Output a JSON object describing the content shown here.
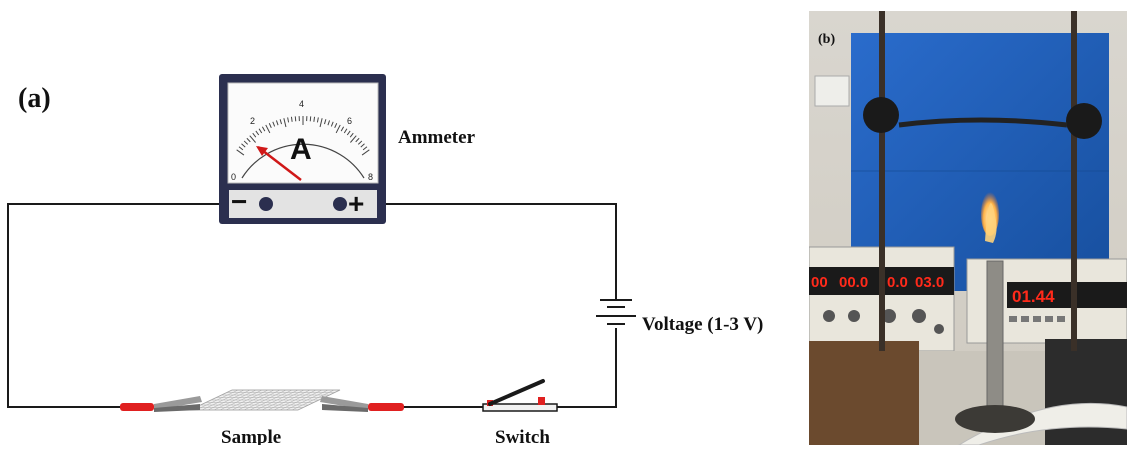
{
  "panel_a": {
    "label": "(a)",
    "ammeter": {
      "label": "Ammeter",
      "face_letter": "A",
      "scale_ticks": [
        "0",
        "2",
        "4",
        "6",
        "8"
      ],
      "minus_sign": "−",
      "plus_sign": "+"
    },
    "voltage_label": "Voltage (1-3 V)",
    "sample_label": "Sample",
    "switch_label": "Switch",
    "colors": {
      "wire": "#1a1a1a",
      "needle": "#d01818",
      "clip_red": "#e02020",
      "meter_frame": "#2b2f4f"
    }
  },
  "panel_b": {
    "label": "(b)",
    "display_left": [
      "00",
      "00.0",
      "0.0",
      "03.0"
    ],
    "display_right": "01.44",
    "colors": {
      "blue_panel": "#1f5fb8",
      "led": "#ff2a1a"
    }
  }
}
